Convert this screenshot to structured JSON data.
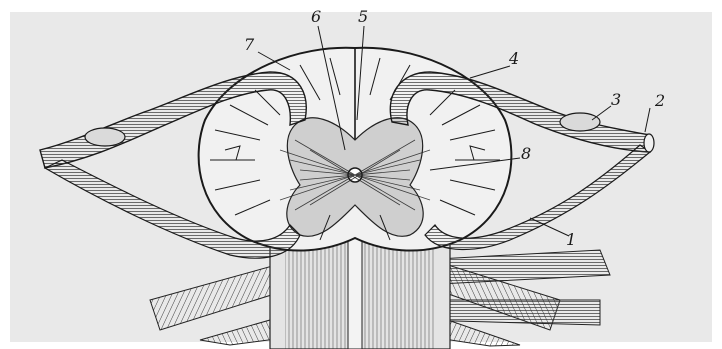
{
  "figure": {
    "labels": {
      "l1": "1",
      "l2": "2",
      "l3": "3",
      "l4": "4",
      "l5": "5",
      "l6": "6",
      "l7": "7",
      "l8": "8"
    },
    "colors": {
      "paper": "#e9e9e9",
      "ink": "#1a1a1a",
      "nerve_fill": "#9a9a9a",
      "white_matter": "#f1f1f1"
    }
  }
}
